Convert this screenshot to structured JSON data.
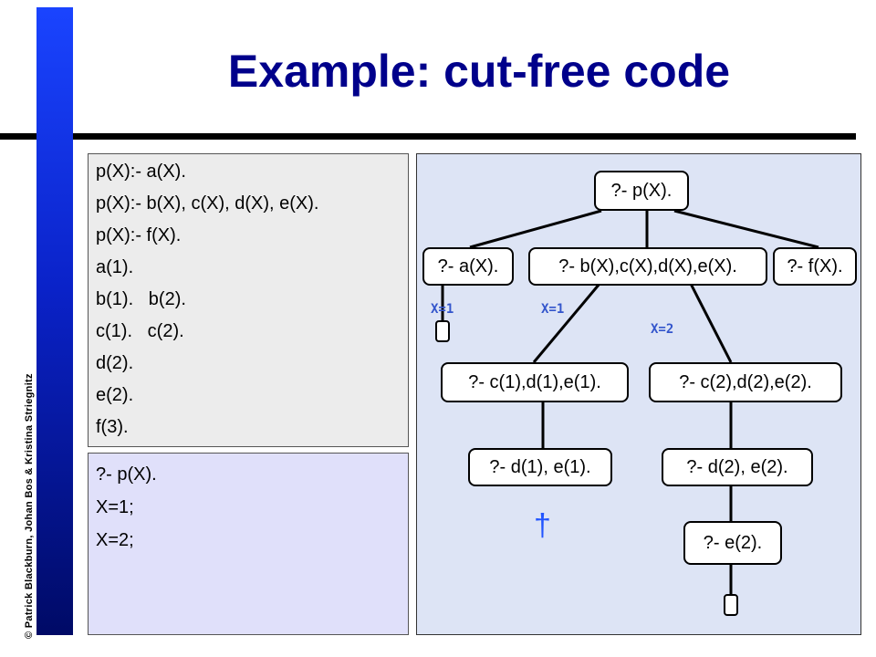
{
  "title": "Example: cut-free code",
  "copyright": "© Patrick Blackburn, Johan Bos & Kristina Striegnitz",
  "program": [
    "p(X):- a(X).",
    "p(X):- b(X), c(X), d(X), e(X).",
    "p(X):- f(X).",
    "a(1).",
    "b(1).   b(2).",
    "c(1).   c(2).",
    "d(2).",
    "e(2).",
    "f(3)."
  ],
  "query": [
    "?- p(X).",
    "X=1;",
    "X=2;"
  ],
  "tree": {
    "root": "?- p(X).",
    "a": "?- a(X).",
    "b": "?- b(X),c(X),d(X),e(X).",
    "f": "?- f(X).",
    "c1": "?- c(1),d(1),e(1).",
    "c2": "?- c(2),d(2),e(2).",
    "d1": "?- d(1), e(1).",
    "d2": "?- d(2), e(2).",
    "e2": "?- e(2).",
    "label_a": "X=1",
    "label_b1": "X=1",
    "label_b2": "X=2",
    "fail_symbol": "†"
  },
  "colors": {
    "title": "#00008b",
    "sidebar": "#0a22c8",
    "code_bg": "#ececec",
    "query_bg": "#e0e0fa",
    "tree_bg": "#dde4f5",
    "branch_label": "#3355cc",
    "dagger": "#2255ff"
  }
}
